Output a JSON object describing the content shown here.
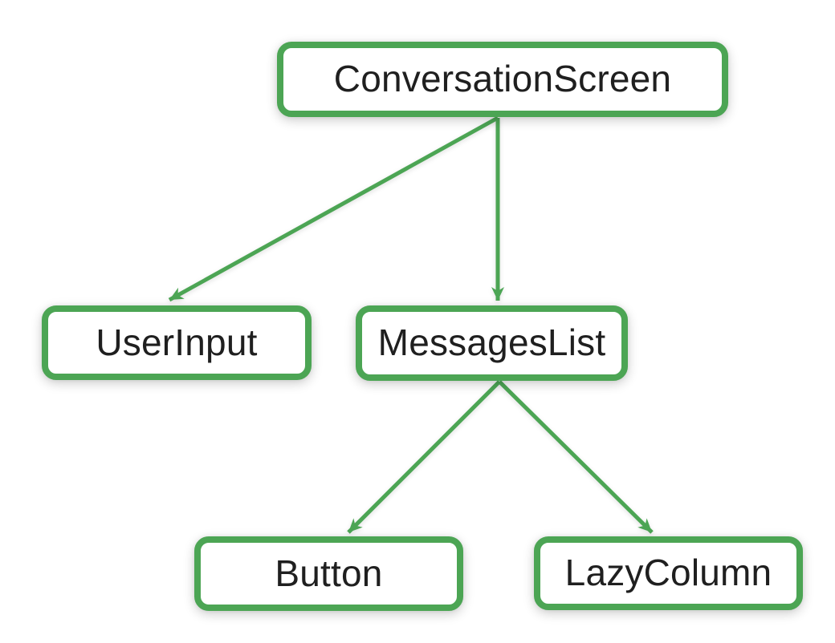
{
  "diagram": {
    "type": "tree",
    "nodes": [
      {
        "id": "conversation_screen",
        "label": "ConversationScreen"
      },
      {
        "id": "user_input",
        "label": "UserInput"
      },
      {
        "id": "messages_list",
        "label": "MessagesList"
      },
      {
        "id": "button",
        "label": "Button"
      },
      {
        "id": "lazy_column",
        "label": "LazyColumn"
      }
    ],
    "edges": [
      {
        "from": "ConversationScreen",
        "to": "UserInput"
      },
      {
        "from": "ConversationScreen",
        "to": "MessagesList"
      },
      {
        "from": "MessagesList",
        "to": "Button"
      },
      {
        "from": "MessagesList",
        "to": "LazyColumn"
      }
    ],
    "colors": {
      "accent": "#4CA554",
      "text": "#1F1F1F",
      "node_bg": "#FFFFFF",
      "canvas_bg": "#FFFFFF"
    }
  }
}
